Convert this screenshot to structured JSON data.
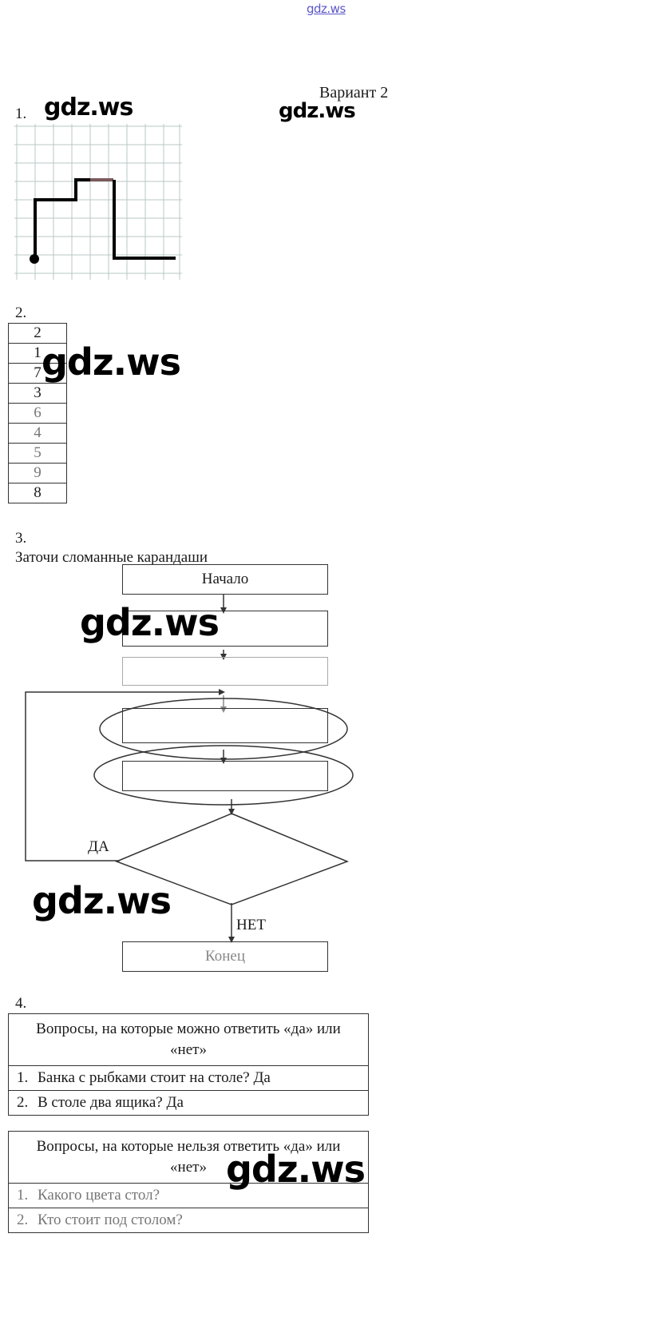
{
  "header": {
    "site": "gdz.ws"
  },
  "watermark": "gdz.ws",
  "variant_title": "Вариант 2",
  "task1": {
    "number": "1."
  },
  "task2": {
    "number": "2.",
    "sequence": [
      "2",
      "1",
      "7",
      "3",
      "6",
      "4",
      "5",
      "9",
      "8"
    ]
  },
  "task3": {
    "number": "3.",
    "title": "Заточи сломанные карандаши",
    "start_label": "Начало",
    "end_label": "Конец",
    "yes_label": "ДА",
    "no_label": "НЕТ"
  },
  "task4": {
    "number": "4.",
    "yes_no_table": {
      "header": "Вопросы, на которые можно ответить «да» или «нет»",
      "rows": [
        {
          "n": "1.",
          "text": "Банка с рыбками стоит на столе? Да"
        },
        {
          "n": "2.",
          "text": "В столе два ящика? Да"
        }
      ]
    },
    "open_table": {
      "header": "Вопросы, на которые нельзя ответить «да» или «нет»",
      "rows": [
        {
          "n": "1.",
          "text": "Какого цвета стол?"
        },
        {
          "n": "2.",
          "text": "Кто стоит под столом?"
        }
      ]
    }
  },
  "colors": {
    "header_link": "#5a56c9",
    "grid": "#b9c9c4",
    "path": "#000000"
  }
}
